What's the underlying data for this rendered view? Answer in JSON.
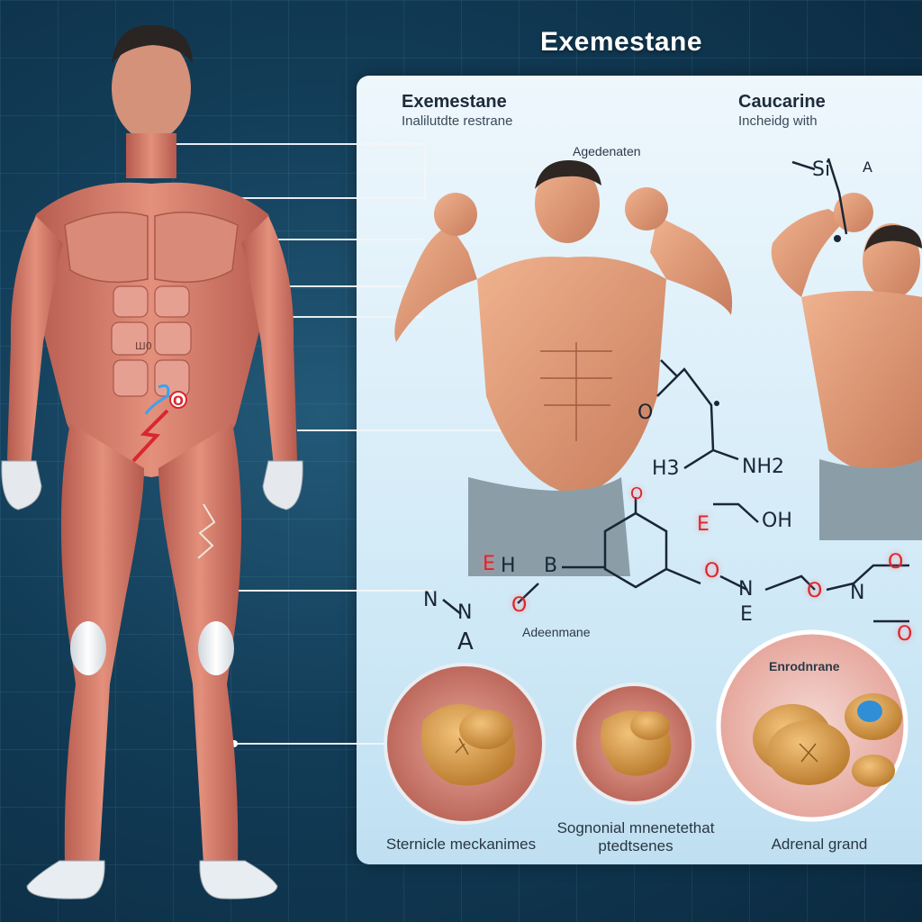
{
  "title": "Exemestane",
  "panel": {
    "col1_title": "Exemestane",
    "col1_subtitle": "Inalilutdte restrane",
    "col2_title": "Caucarine",
    "col2_subtitle": "Incheidg with",
    "figure_label": "Agedenaten",
    "molecule_label": "Adeenmane",
    "molecule_atoms": {
      "o_top": "O",
      "o_left": "O",
      "h3": "H3",
      "nh2": "NH2",
      "oh": "OH",
      "e_left": "E",
      "h_left": "H",
      "b_left": "B",
      "n_left": "N",
      "na": "N",
      "a_left": "A",
      "o_ring": "O",
      "e_mid": "E",
      "o_mid": "O",
      "n_mid": "N",
      "e_low": "E",
      "o_right": "O",
      "n_right": "N",
      "o_far": "O",
      "o_far2": "O",
      "si": "Si",
      "a_top": "A"
    },
    "inset3_label": "Enrodnrane",
    "captions": {
      "left": "Sternicle meckanimes",
      "middle": "Sognonial mnenetethat\nptedtsenes",
      "right": "Adrenal grand"
    }
  },
  "body_figure": {
    "abdomen_text": "Ш0",
    "marker_letter": "O"
  },
  "colors": {
    "background": "#123c57",
    "panel": "#d6ecf8",
    "muscle": "#c96a5c",
    "muscle_light": "#e59a88",
    "skin": "#e8a47e",
    "gland": "#d9a04a",
    "accent_red": "#d9272e"
  }
}
